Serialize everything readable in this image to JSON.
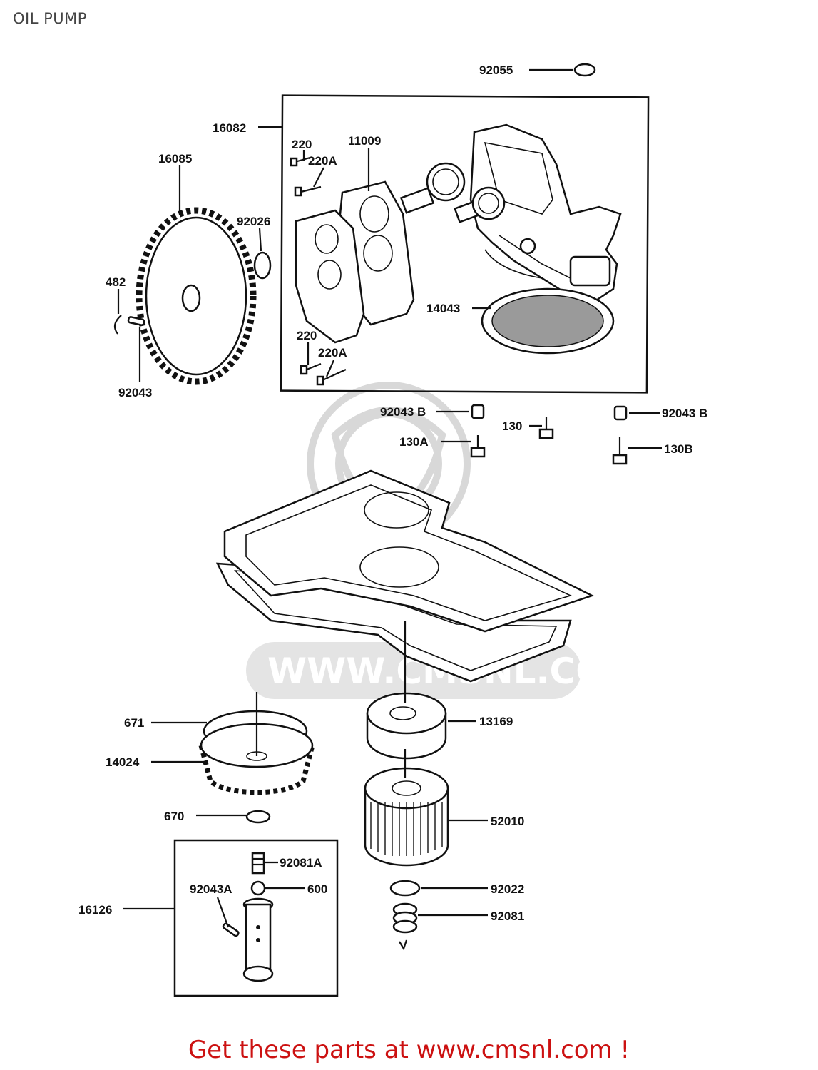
{
  "page": {
    "title": "OIL PUMP"
  },
  "watermark": {
    "text": "WWW.CMSNL.COM"
  },
  "callouts": {
    "c92055": "92055",
    "c16082": "16082",
    "c220_top": "220",
    "c220A_top": "220A",
    "c11009": "11009",
    "c16085": "16085",
    "c92026": "92026",
    "c482": "482",
    "c14043": "14043",
    "c220_bot": "220",
    "c220A_bot": "220A",
    "c92043": "92043",
    "c92043B_left": "92043 B",
    "c130": "130",
    "c92043B_right": "92043 B",
    "c130A": "130A",
    "c130B": "130B",
    "c671": "671",
    "c13169": "13169",
    "c14024": "14024",
    "c52010": "52010",
    "c670": "670",
    "c92081A": "92081A",
    "c92043A": "92043A",
    "c600": "600",
    "c16126": "16126",
    "c92022": "92022",
    "c92081": "92081"
  },
  "footer": {
    "text": "Get these parts at www.cmsnl.com !",
    "color": "#cc1111"
  }
}
